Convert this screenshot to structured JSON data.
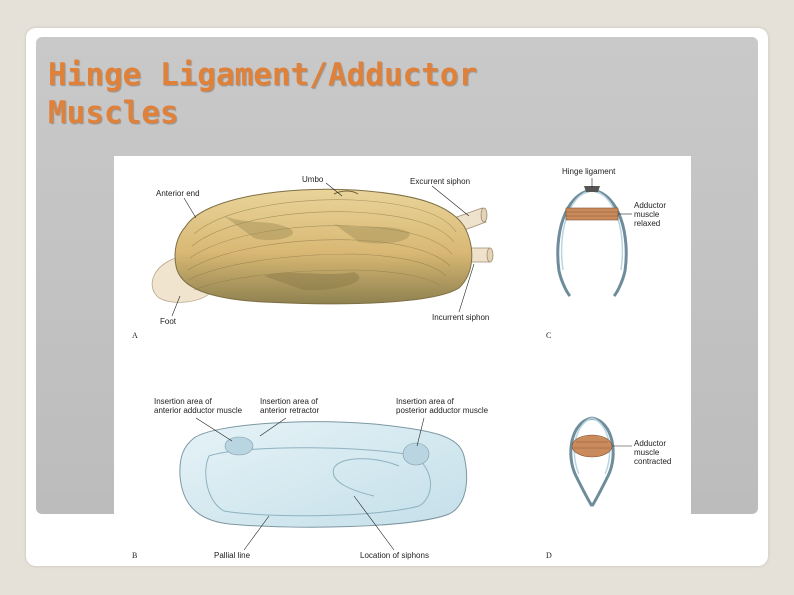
{
  "slide": {
    "title_line1": "Hinge Ligament/Adductor",
    "title_line2": "Muscles"
  },
  "figure": {
    "panel_a": {
      "letter": "A",
      "labels": {
        "umbo": "Umbo",
        "excurrent": "Excurrent siphon",
        "anterior": "Anterior end",
        "foot": "Foot",
        "incurrent": "Incurrent siphon"
      }
    },
    "panel_b": {
      "letter": "B",
      "labels": {
        "ins_ant_1": "Insertion area of",
        "ins_ant_2": "anterior adductor muscle",
        "ins_ret_1": "Insertion area of",
        "ins_ret_2": "anterior retractor",
        "ins_post_1": "Insertion area of",
        "ins_post_2": "posterior adductor muscle",
        "pallial": "Pallial line",
        "siphons": "Location of siphons"
      }
    },
    "panel_c": {
      "letter": "C",
      "labels": {
        "hinge": "Hinge ligament",
        "add1": "Adductor",
        "add2": "muscle",
        "add3": "relaxed"
      }
    },
    "panel_d": {
      "letter": "D",
      "labels": {
        "add1": "Adductor",
        "add2": "muscle",
        "add3": "contracted"
      }
    }
  },
  "colors": {
    "title": "#e0813a",
    "shell_light": "#e2c98a",
    "shell_dark": "#9c8a55",
    "shell_inner": "#d6ebf2",
    "muscle": "#c98a5c"
  }
}
